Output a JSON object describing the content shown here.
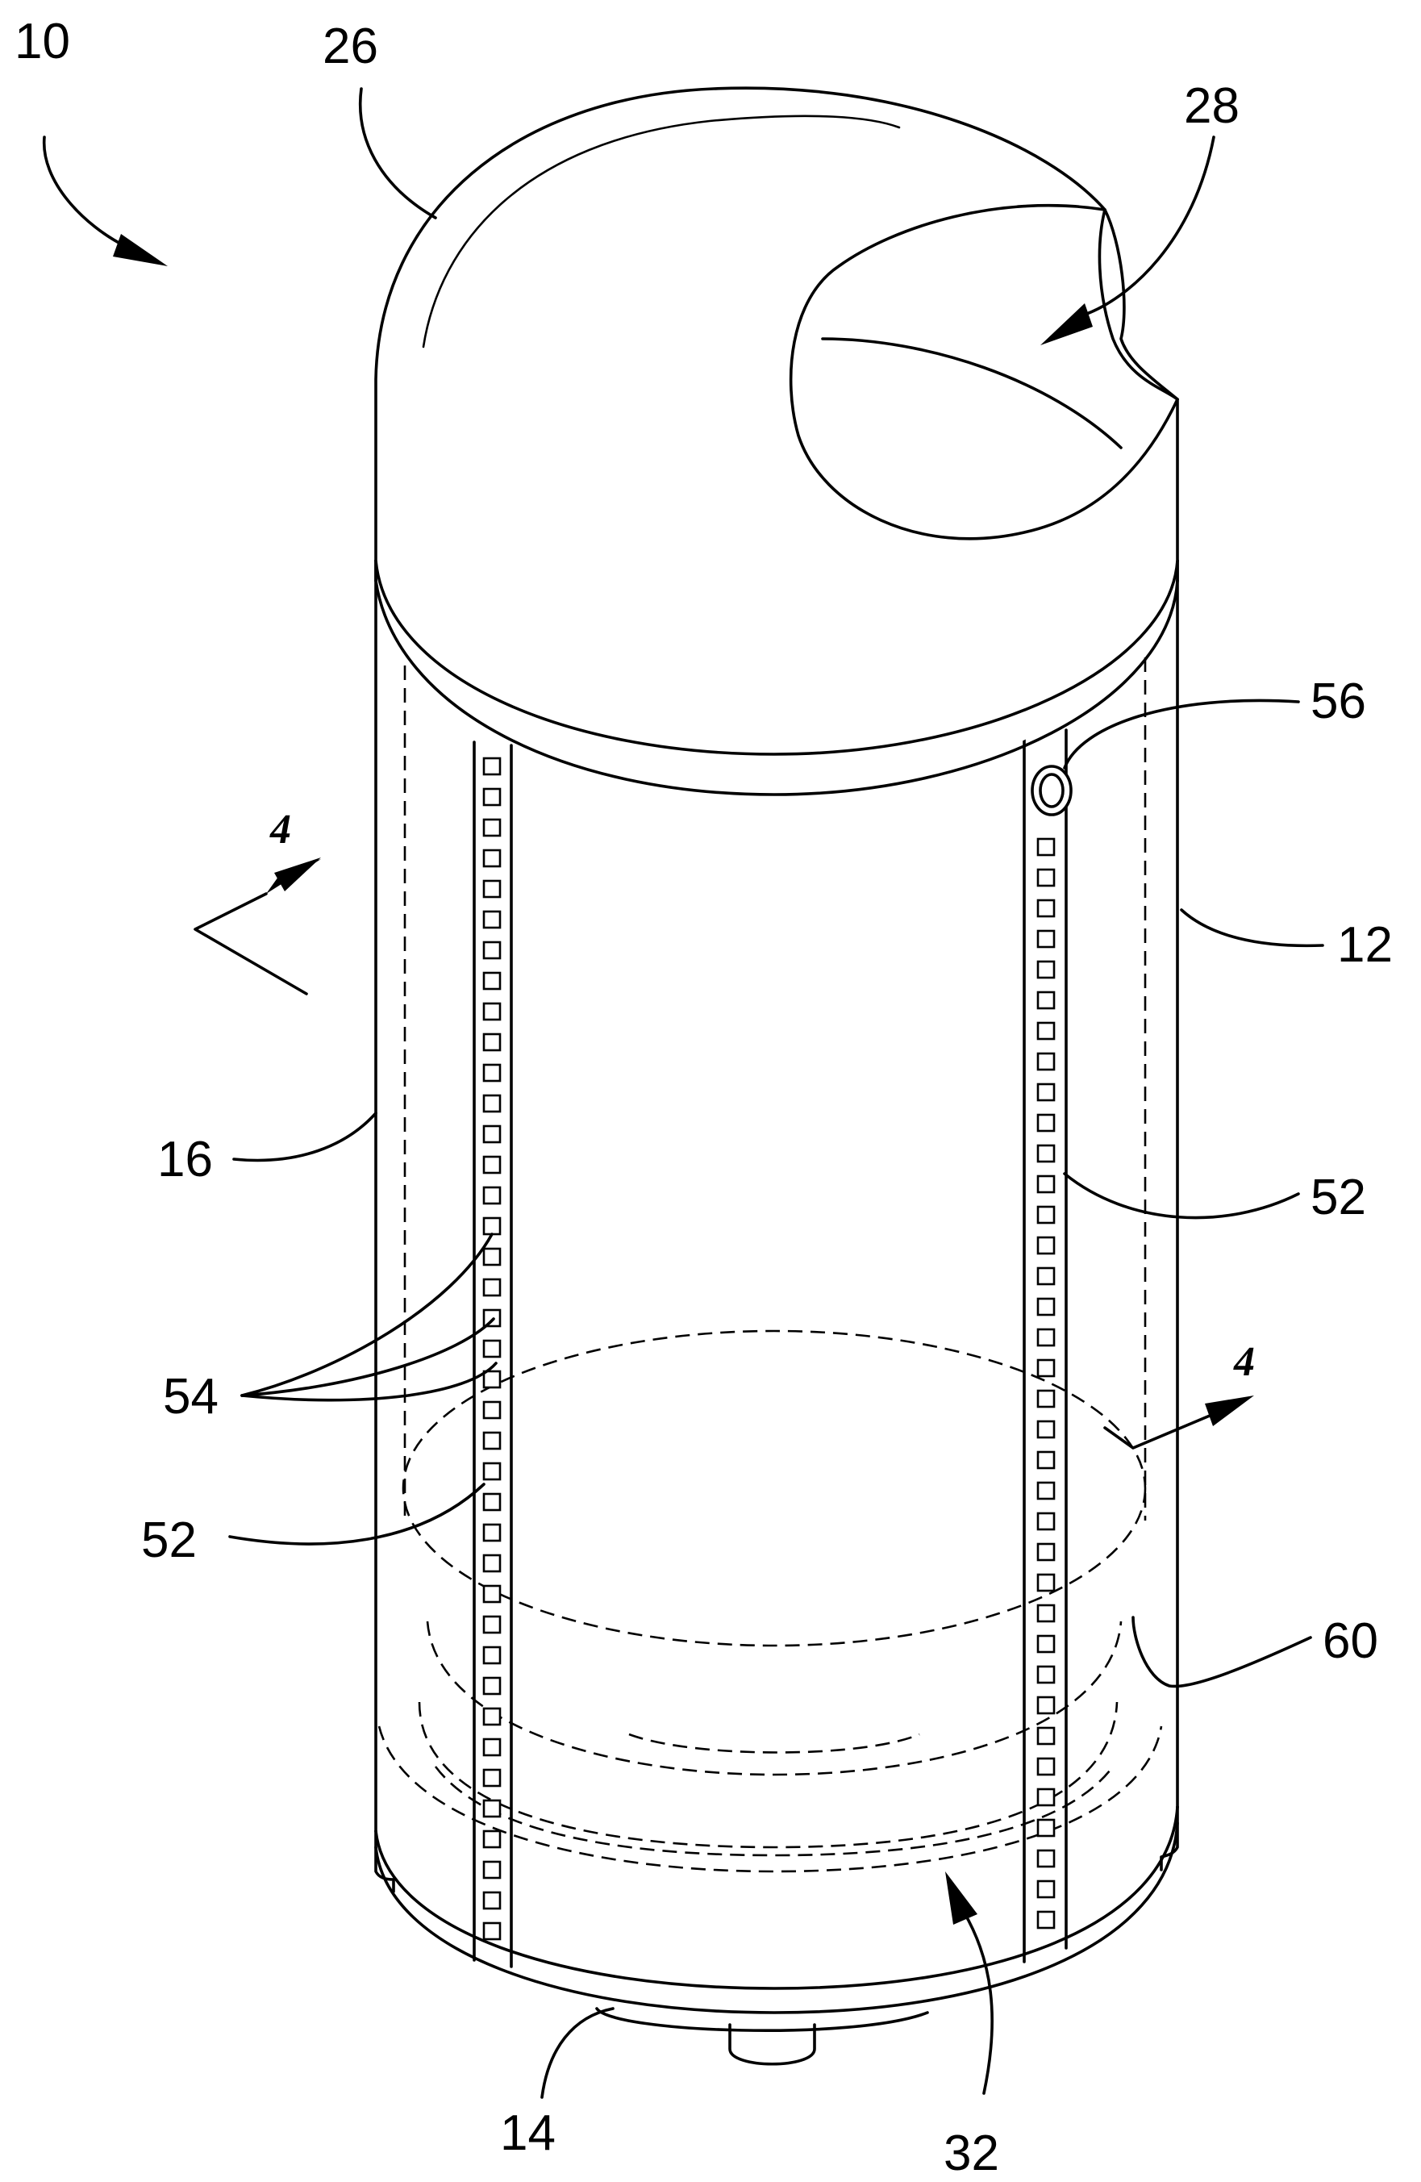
{
  "figure": {
    "reference_numerals": {
      "assembly": "10",
      "container": "12",
      "base": "14",
      "side_wall": "16",
      "dome_lid": "26",
      "lid_opening": "28",
      "interior_cavity": "32",
      "track_right": "52",
      "track_left": "52",
      "slots": "54",
      "fastener": "56",
      "inner_receptacle": "60"
    },
    "section_marks": {
      "top": "4",
      "bottom": "4"
    }
  }
}
